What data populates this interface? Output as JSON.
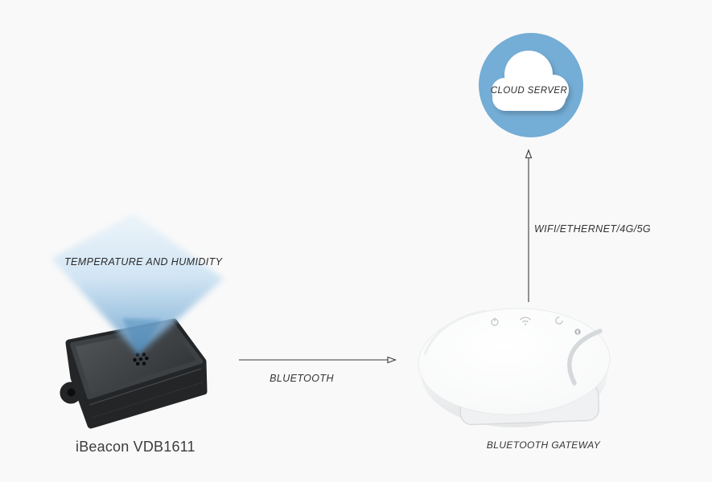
{
  "scene": {
    "background": "#f9f9f9",
    "arrow_color": "#3a3a3a"
  },
  "cloud": {
    "label": "CLOUD SERVER",
    "circle_color": "#74add6",
    "cloud_color": "#ffffff"
  },
  "uplink": {
    "label": "WIFI/ETHERNET/4G/5G"
  },
  "bluetooth_link": {
    "label": "BLUETOOTH"
  },
  "gateway": {
    "label": "BLUETOOTH GATEWAY",
    "body_color": "#ffffff",
    "indicator_icons": [
      "power-icon",
      "wifi-icon",
      "sync-icon",
      "bluetooth-icon"
    ]
  },
  "beacon": {
    "label": "iBeacon VDB1611",
    "beam_label": "TEMPERATURE AND HUMIDITY",
    "body_color": "#2b2d2f",
    "beam_color": "#9ec4e0"
  }
}
